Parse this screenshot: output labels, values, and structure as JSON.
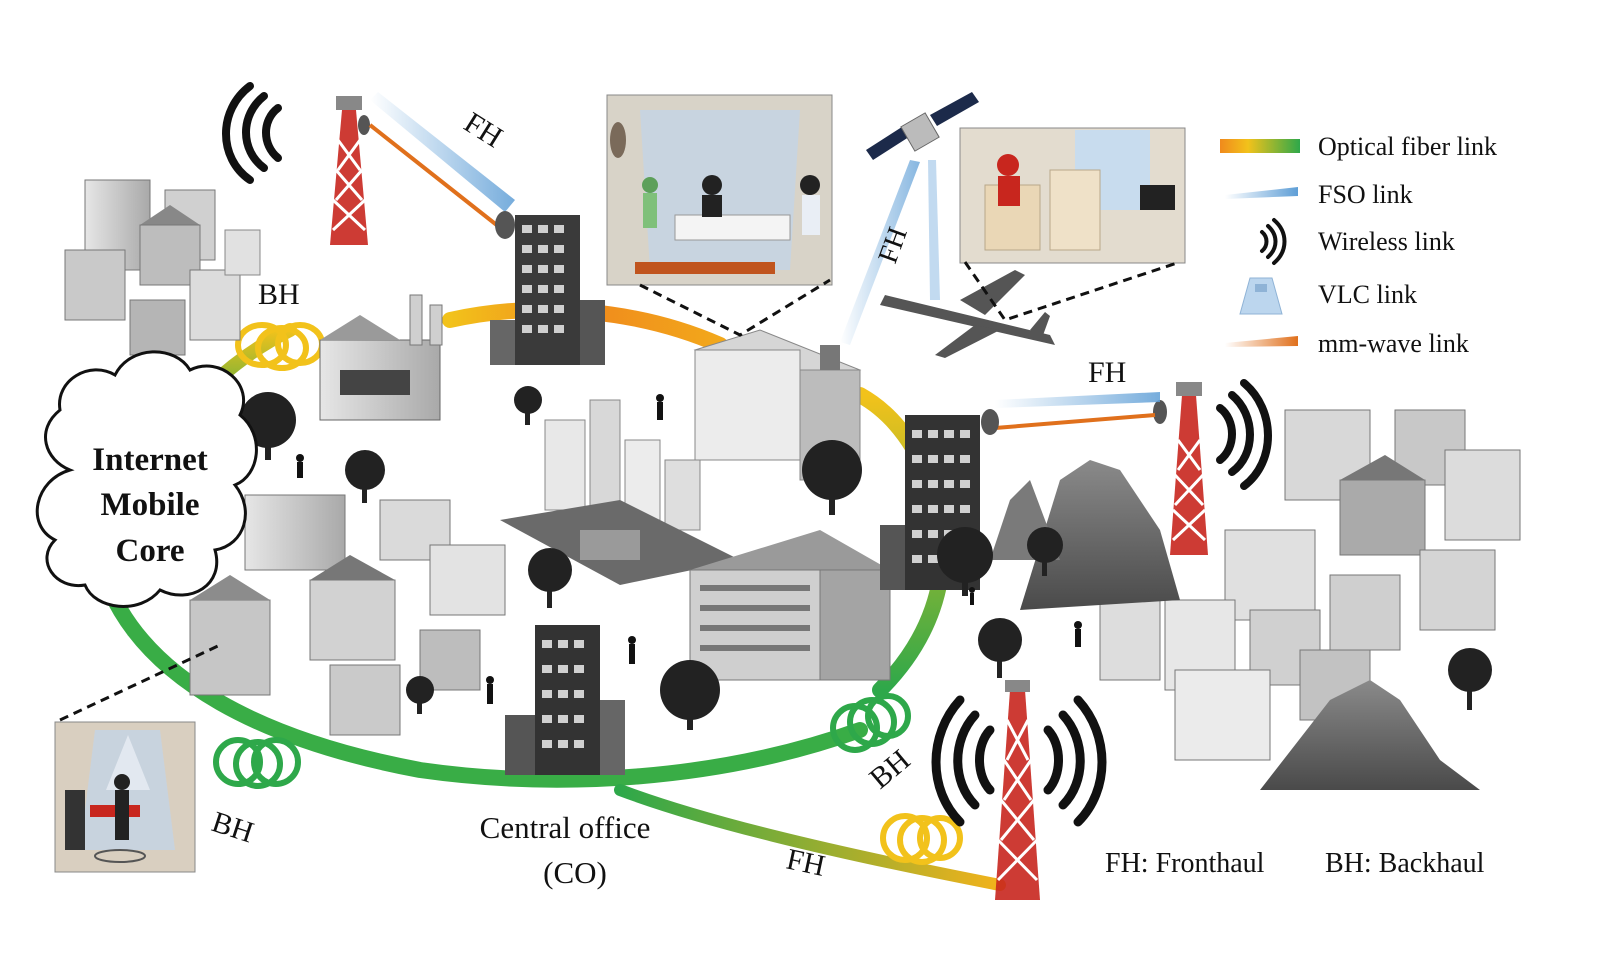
{
  "cloud": {
    "line1": "Internet",
    "line2": "Mobile",
    "line3": "Core"
  },
  "labels": {
    "bh_top_left": "BH",
    "bh_bottom_left": "BH",
    "bh_bottom_right": "BH",
    "fh_top_tower": "FH",
    "fh_satellite": "FH",
    "fh_right_tower": "FH",
    "fh_bottom": "FH",
    "central_office_line1": "Central office",
    "central_office_line2": "(CO)"
  },
  "legend": {
    "items": [
      {
        "label": "Optical fiber link",
        "icon": "optical-fiber-gradient-icon"
      },
      {
        "label": "FSO link",
        "icon": "fso-beam-icon"
      },
      {
        "label": "Wireless link",
        "icon": "wireless-waves-icon"
      },
      {
        "label": "VLC link",
        "icon": "vlc-light-cone-icon"
      },
      {
        "label": "mm-wave link",
        "icon": "mmwave-beam-icon"
      }
    ]
  },
  "footnote": {
    "fronthaul": "FH: Fronthaul",
    "backhaul": "BH: Backhaul"
  },
  "colors": {
    "fiber_green": "#2ea84a",
    "fiber_yellow": "#f2c21b",
    "fiber_orange": "#f08a1c",
    "fso_blue": "#7fb3e0",
    "mmwave_orange": "#e0701c",
    "tower_red": "#c8261e"
  }
}
